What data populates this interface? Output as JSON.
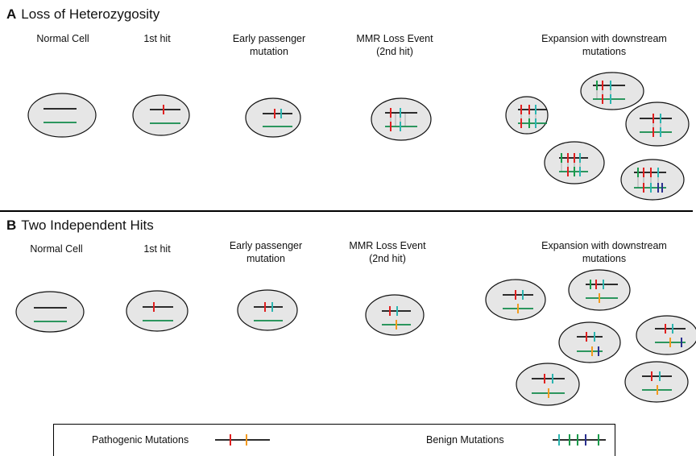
{
  "panels": {
    "a": {
      "letter": "A",
      "title": "Loss of Heterozygosity",
      "stages": [
        "Normal Cell",
        "1st hit",
        "Early passenger mutation",
        "MMR Loss Event (2nd hit)",
        "Expansion with downstream mutations"
      ]
    },
    "b": {
      "letter": "B",
      "title": "Two Independent Hits",
      "stages": [
        "Normal Cell",
        "1st hit",
        "Early passenger mutation",
        "MMR Loss Event (2nd hit)",
        "Expansion with downstream mutations"
      ]
    }
  },
  "legend": {
    "pathogenic_label": "Pathogenic Mutations",
    "benign_label": "Benign Mutations"
  },
  "colors": {
    "cell_fill": "#e6e6e6",
    "chromosome_top": "#111111",
    "chromosome_bottom": "#118a4a",
    "pathogenic_red": "#e02020",
    "pathogenic_orange": "#f39a1e",
    "benign_teal": "#2cb5b0",
    "benign_green": "#1a9b4b",
    "benign_navy": "#2a2f8f"
  }
}
